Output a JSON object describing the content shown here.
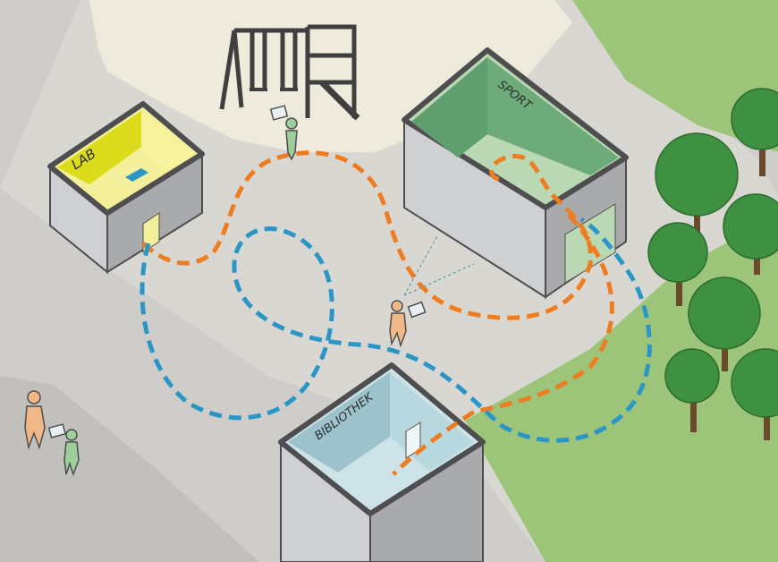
{
  "scene": {
    "buildings": [
      {
        "id": "lab",
        "label": "LAB",
        "color": "#dcdc1c"
      },
      {
        "id": "sport",
        "label": "SPORT",
        "color": "#5f9f6f"
      },
      {
        "id": "bibliothek",
        "label": "BIBLIOTHEK",
        "color": "#9cc3cc"
      }
    ],
    "paths": [
      {
        "name": "orange-path",
        "color": "#ee7d22"
      },
      {
        "name": "blue-path",
        "color": "#2b96c6"
      }
    ],
    "colors": {
      "ground": "#cfcdc9",
      "playground": "#eeebdc",
      "grass": "#9cc57a",
      "tree_canopy": "#3e9140",
      "tree_trunk": "#6b4a2b",
      "wall": "#cfd0d1",
      "wall_dark": "#a8aaac",
      "roof_edge": "#4e4e50",
      "person_orange": "#f0b888",
      "person_green": "#9ccf9b"
    }
  }
}
